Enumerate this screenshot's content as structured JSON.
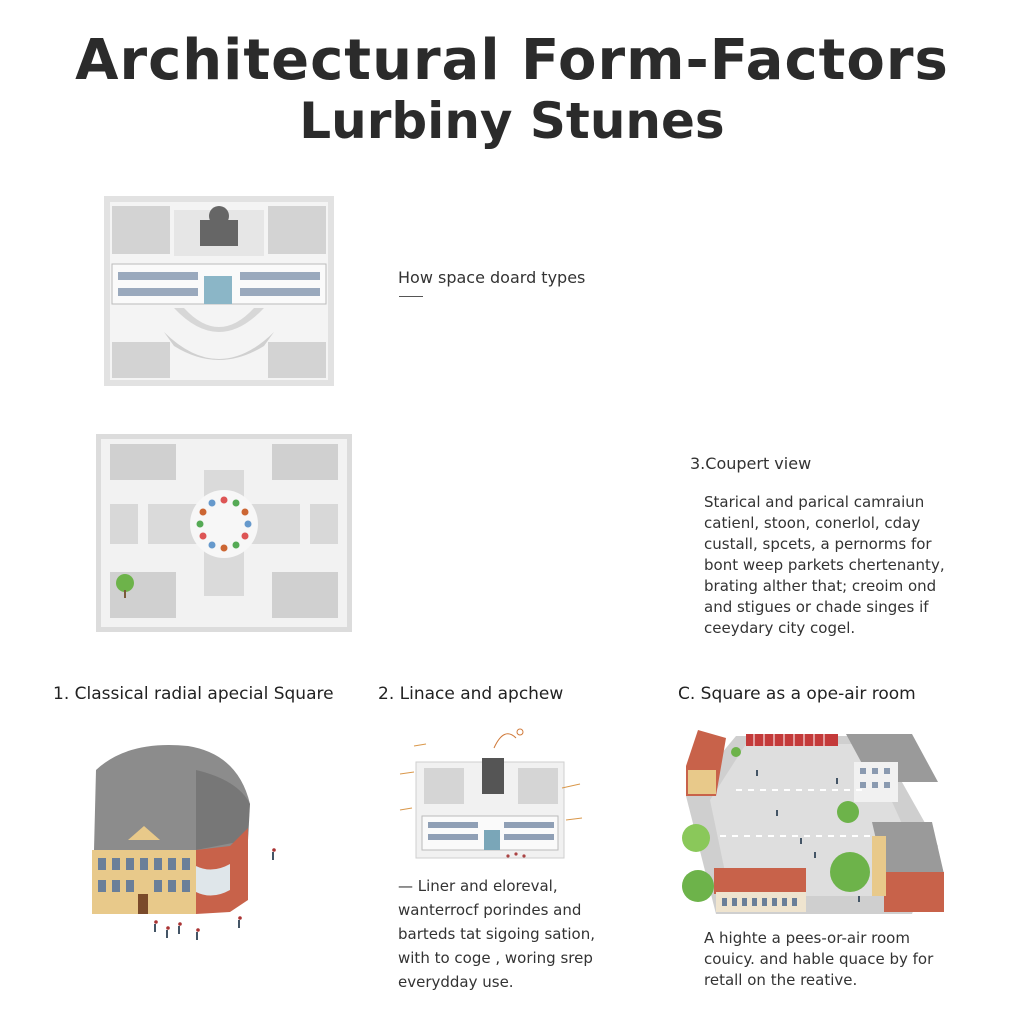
{
  "header": {
    "title_line1": "Architectural Form-Factors",
    "title_line2": "Lurbiny Stunes"
  },
  "intro": {
    "label": "How space doard types"
  },
  "side_panel": {
    "heading": "3.Coupert view",
    "lines": [
      "Starical and parical camraiun",
      "catienl, stoon, conerlol, cday",
      "custall, spcets, a pernorms for",
      "bont weep parkets chertenanty,",
      "brating alther that; creoim ond",
      "and stigues or chade singes if",
      "ceeydary city cogel."
    ]
  },
  "captions": {
    "c1": "1. Classical radial apecial Square",
    "c2": "2. Linace and apchew",
    "c3": "C. Square as a ope-air room"
  },
  "middle_text": {
    "lines": [
      "—  Liner and eloreval,",
      "wanterrocf porindes and",
      "barteds tat sigoing sation,",
      "with to coge , woring srep",
      "everydday use."
    ]
  },
  "right_text": {
    "lines": [
      "A highte a pees-or-air room",
      "couicy. and hable quace by for",
      "retall on the reative."
    ]
  },
  "colors": {
    "plan_gray": "#cfcfcf",
    "plan_light": "#ececec",
    "facade_yellow": "#e8c98a",
    "brick": "#c8624a",
    "tree_green": "#6db34a"
  }
}
